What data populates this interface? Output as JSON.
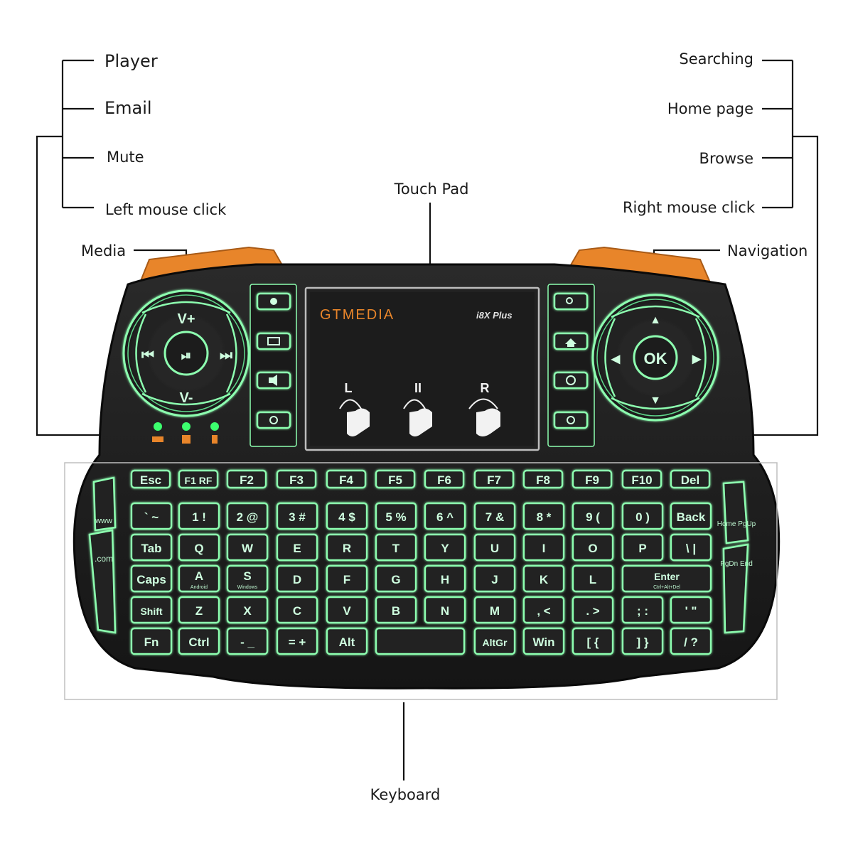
{
  "callouts": {
    "left": [
      "Player",
      "Email",
      "Mute",
      "Left mouse click"
    ],
    "right": [
      "Searching",
      "Home page",
      "Browse",
      "Right mouse click"
    ],
    "media": "Media",
    "touchpad": "Touch Pad",
    "navigation": "Navigation",
    "keyboard": "Keyboard"
  },
  "brand": {
    "name": "GTMEDIA",
    "model": "i8X Plus"
  },
  "touchpad_labels": {
    "left": "L",
    "middle": "II",
    "right": "R"
  },
  "media_pad": {
    "up": "V+",
    "down": "V-",
    "prev": "⏮",
    "play": "⏯",
    "next": "⏭"
  },
  "nav_pad": {
    "ok": "OK",
    "up": "▲",
    "down": "▼",
    "left": "◀",
    "right": "▶"
  },
  "keys": {
    "row_fn": [
      "Esc",
      "F1 RF",
      "F2",
      "F3",
      "F4",
      "F5",
      "F6",
      "F7",
      "F8",
      "F9",
      "F10",
      "Del"
    ],
    "row_num": [
      "`  ~",
      "1  !",
      "2  @",
      "3  #",
      "4  $",
      "5  %",
      "6  ^",
      "7  &",
      "8  *",
      "9  (",
      "0  )",
      "Back"
    ],
    "row_q": [
      "Tab",
      "Q",
      "W",
      "E",
      "R",
      "T",
      "Y",
      "U",
      "I",
      "O",
      "P",
      "\\  |"
    ],
    "row_a": [
      "Caps",
      "A",
      "S",
      "D",
      "F",
      "G",
      "H",
      "J",
      "K",
      "L",
      "Enter"
    ],
    "row_a_sub": {
      "A": "Android",
      "S": "Windows",
      "Enter": "Ctrl+Alt+Del"
    },
    "row_z": [
      "Shift",
      "Z",
      "X",
      "C",
      "V",
      "B",
      "N",
      "M",
      ",  <",
      ".  >",
      ";  :",
      "'  \""
    ],
    "row_bottom": [
      "Fn",
      "Ctrl",
      "-  _",
      "=  +",
      "Alt",
      "",
      "AltGr",
      "Win",
      "[  {",
      "]  }",
      "/  ?"
    ],
    "side_left": [
      "www",
      ".com"
    ],
    "side_right": [
      "Home PgUp",
      "PgDn End"
    ]
  },
  "colors": {
    "body": "#1d1d1d",
    "glow": "#8dffb0",
    "accent": "#e8852a"
  }
}
